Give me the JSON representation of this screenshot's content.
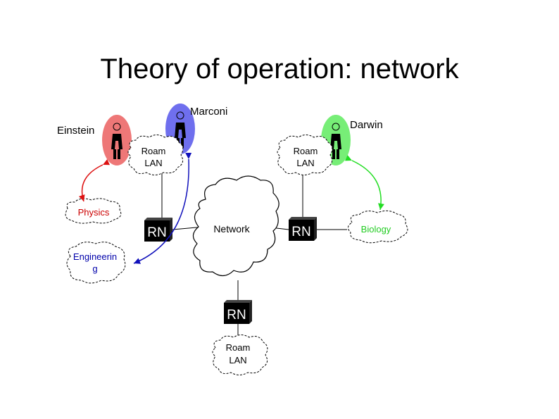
{
  "title": "Theory of operation: network",
  "people": {
    "einstein": "Einstein",
    "marconi": "Marconi",
    "darwin": "Darwin"
  },
  "clouds": {
    "roam_left": [
      "Roam",
      "LAN"
    ],
    "roam_right": [
      "Roam",
      "LAN"
    ],
    "roam_bottom": [
      "Roam",
      "LAN"
    ],
    "physics": "Physics",
    "engineering": [
      "Engineerin",
      "g"
    ],
    "network": "Network",
    "biology": "Biology"
  },
  "routers": {
    "left": "RN",
    "right": "RN",
    "bottom": "RN"
  },
  "colors": {
    "einstein": "#ee7777",
    "marconi": "#6f6fee",
    "darwin": "#77ee77",
    "arrow_red": "#dd1111",
    "arrow_blue": "#1111bb",
    "arrow_green": "#22dd22",
    "physics_text": "#cc0000",
    "engineering_text": "#0000aa",
    "biology_text": "#22cc22"
  }
}
